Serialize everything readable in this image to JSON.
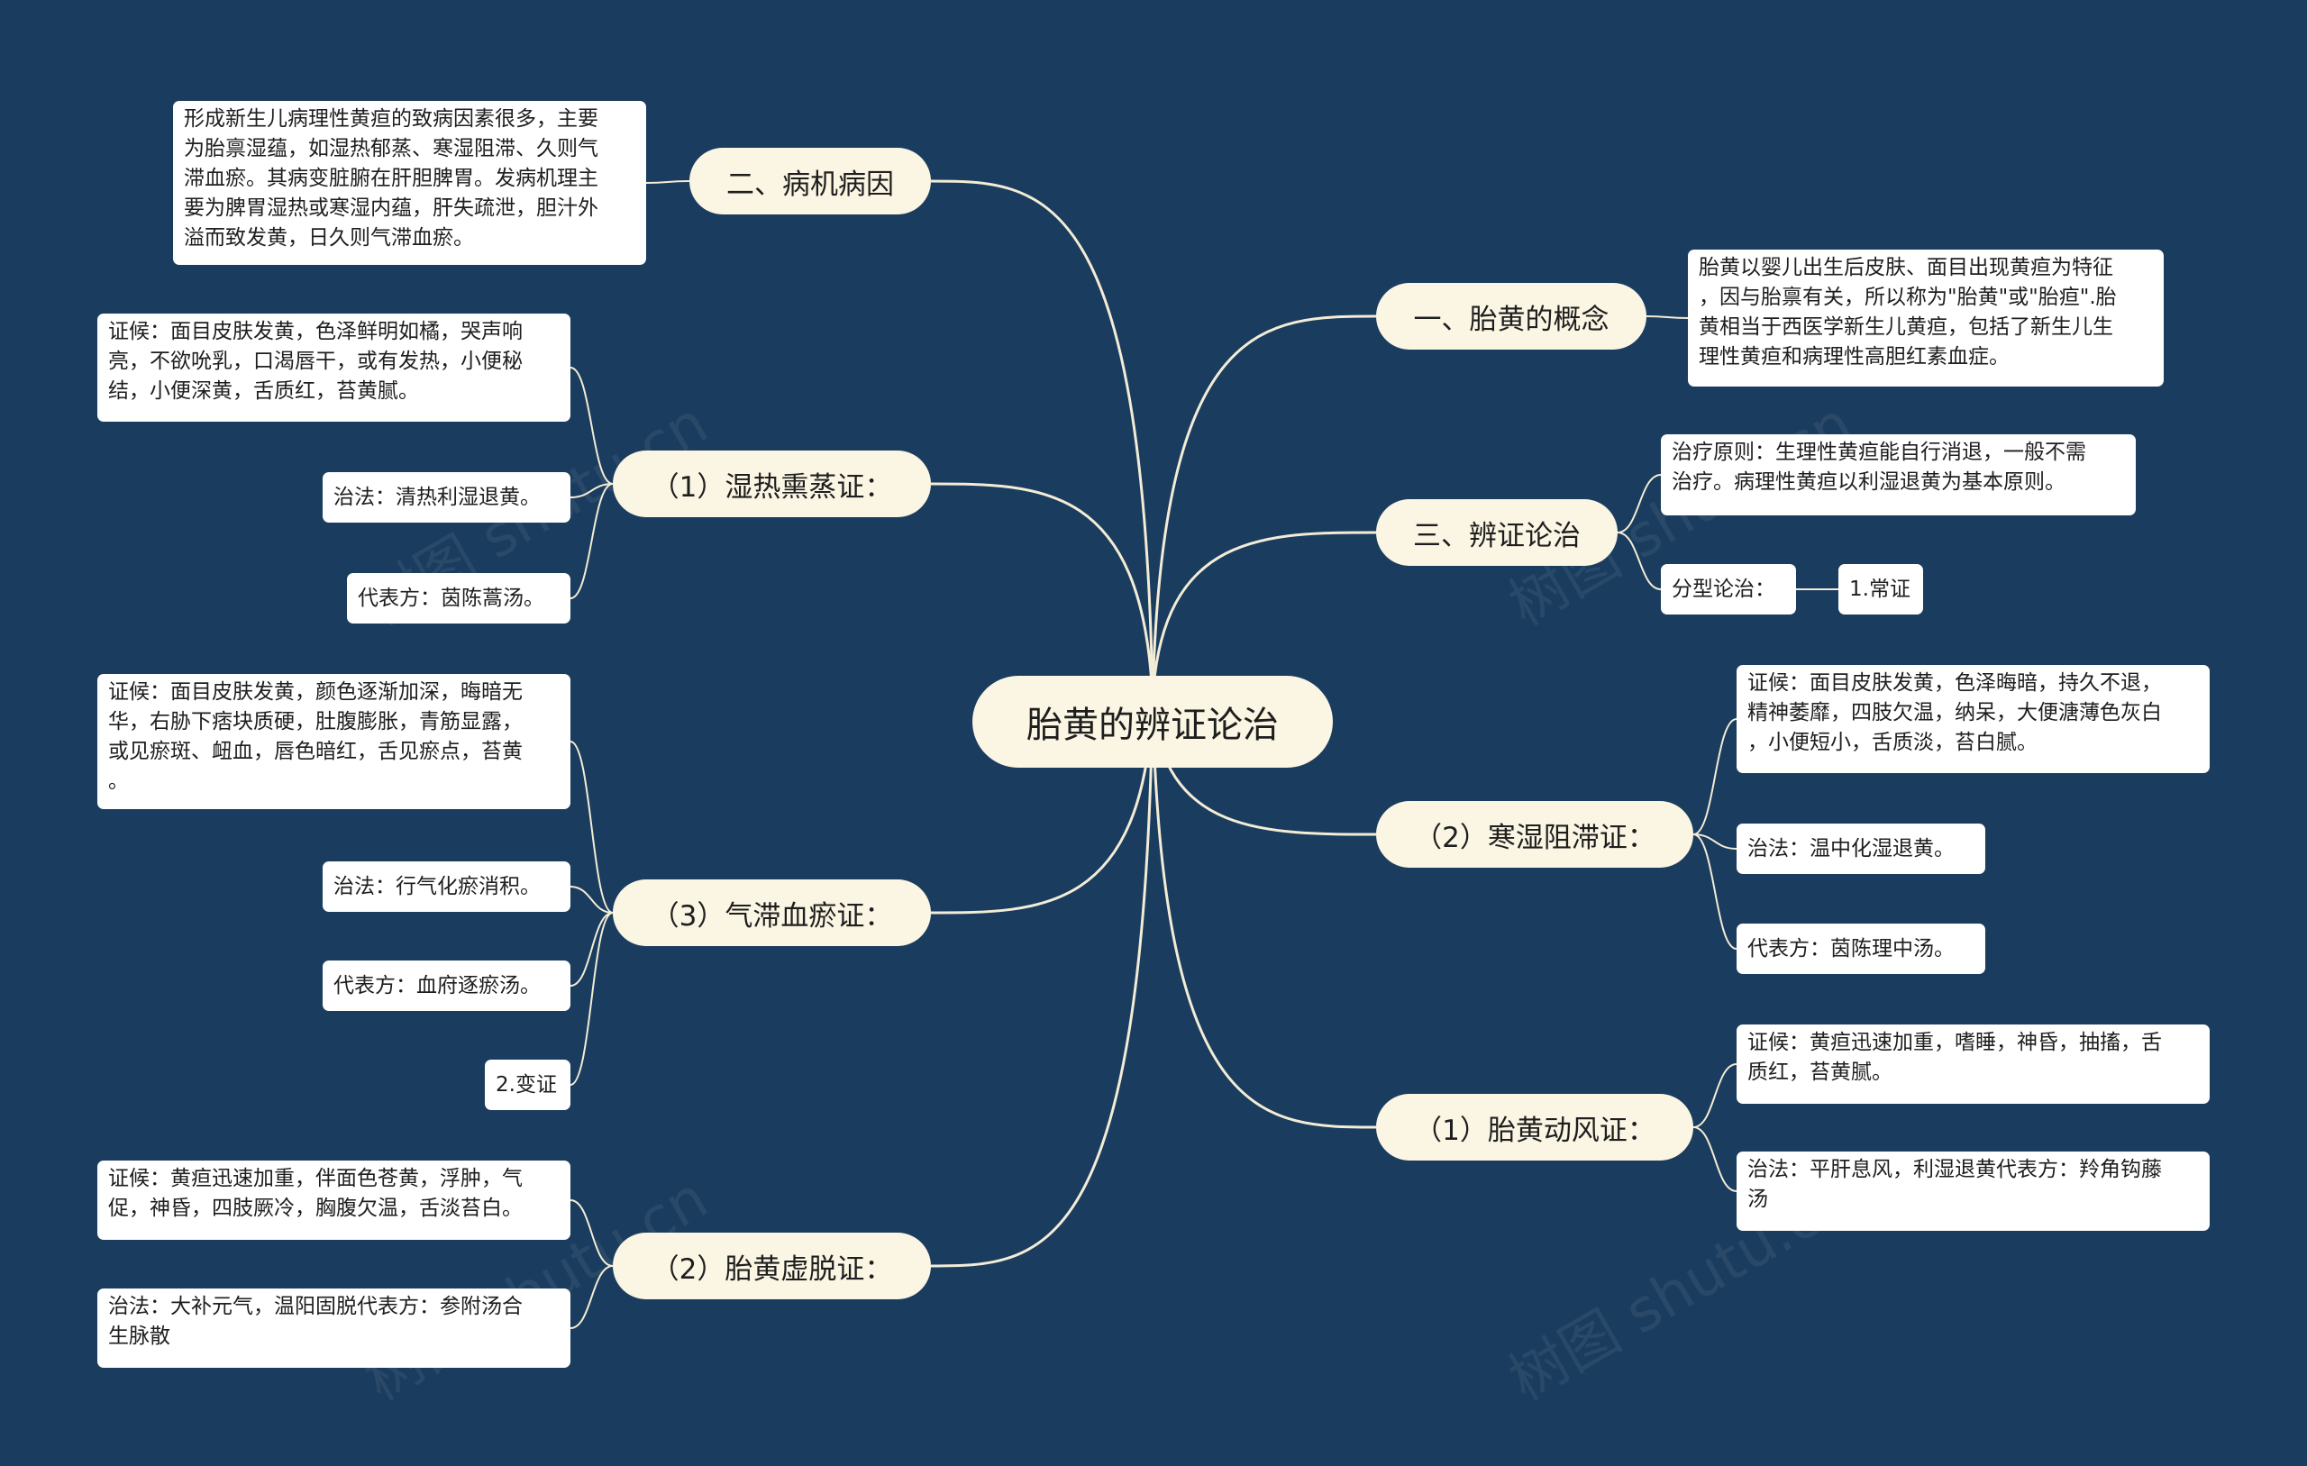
{
  "root": "胎黄的辨证论治",
  "colors": {
    "background": "#1a3c5e",
    "node": "#fbf5e3",
    "card": "#ffffff",
    "line": "#f3ecd6"
  },
  "right": {
    "concept": {
      "label": "一、胎黄的概念",
      "text": "胎黄以婴儿出生后皮肤、面目出现黄疸为特征\n，因与胎禀有关，所以称为\"胎黄\"或\"胎疸\".胎\n黄相当于西医学新生儿黄疸，包括了新生儿生\n理性黄疸和病理性高胆红素血症。"
    },
    "treatment": {
      "label": "三、辨证论治",
      "principle": "治疗原则：生理性黄疸能自行消退，一般不需\n治疗。病理性黄疸以利湿退黄为基本原则。",
      "types": "分型论治：",
      "normal": "1.常证"
    },
    "cold_damp": {
      "label": "（2）寒湿阻滞证：",
      "symptom": "证候：面目皮肤发黄，色泽晦暗，持久不退，\n精神萎靡，四肢欠温，纳呆，大便溏薄色灰白\n，小便短小，舌质淡，苔白腻。",
      "method": "治法：温中化湿退黄。",
      "formula": "代表方：茵陈理中汤。"
    },
    "wind": {
      "label": "（1）胎黄动风证：",
      "symptom": "证候：黄疸迅速加重，嗜睡，神昏，抽搐，舌\n质红，苔黄腻。",
      "method": "治法：平肝息风，利湿退黄代表方：羚角钩藤\n汤"
    }
  },
  "left": {
    "cause": {
      "label": "二、病机病因",
      "text": "形成新生儿病理性黄疸的致病因素很多，主要\n为胎禀湿蕴，如湿热郁蒸、寒湿阻滞、久则气\n滞血瘀。其病变脏腑在肝胆脾胃。发病机理主\n要为脾胃湿热或寒湿内蕴，肝失疏泄，胆汁外\n溢而致发黄，日久则气滞血瘀。"
    },
    "damp_heat": {
      "label": "（1）湿热熏蒸证：",
      "symptom": "证候：面目皮肤发黄，色泽鲜明如橘，哭声响\n亮，不欲吮乳，口渴唇干，或有发热，小便秘\n结，小便深黄，舌质红，苔黄腻。",
      "method": "治法：清热利湿退黄。",
      "formula": "代表方：茵陈蒿汤。"
    },
    "stasis": {
      "label": "（3）气滞血瘀证：",
      "symptom": "证候：面目皮肤发黄，颜色逐渐加深，晦暗无\n华，右胁下痞块质硬，肚腹膨胀，青筋显露，\n或见瘀斑、衄血，唇色暗红，舌见瘀点，苔黄\n。",
      "method": "治法：行气化瘀消积。",
      "formula": "代表方：血府逐瘀汤。",
      "variant": "2.变证"
    },
    "collapse": {
      "label": "（2）胎黄虚脱证：",
      "symptom": "证候：黄疸迅速加重，伴面色苍黄，浮肿，气\n促，神昏，四肢厥冷，胸腹欠温，舌淡苔白。",
      "method": "治法：大补元气，温阳固脱代表方：参附汤合\n生脉散"
    }
  }
}
